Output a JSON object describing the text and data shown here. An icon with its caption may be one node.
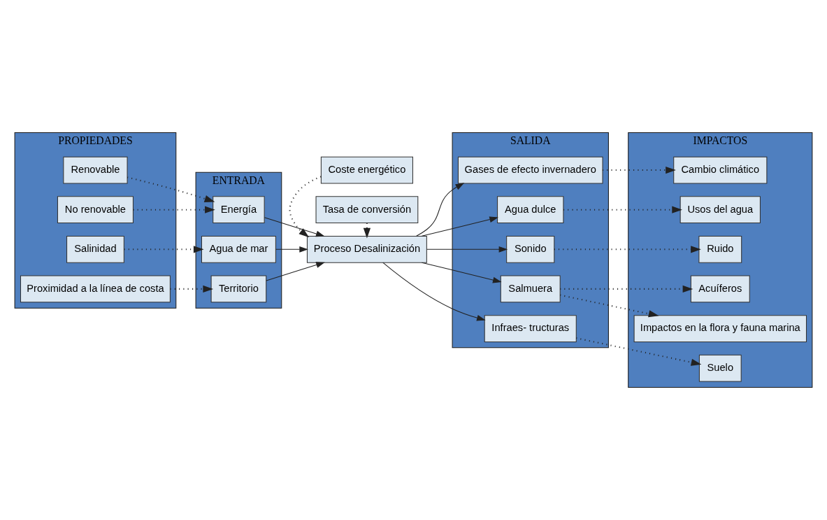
{
  "diagram": {
    "nodes": [
      {
        "text": [
          "PROPIEDADES"
        ]
      },
      {
        "text": [
          "Renovable"
        ],
        "in": 0
      },
      {
        "text": [
          "No renovable"
        ],
        "in": 0
      },
      {
        "text": [
          "Salinidad"
        ],
        "in": 0
      },
      {
        "text": [
          "Proximidad a la línea de costa"
        ],
        "in": 0
      },
      {
        "text": [
          "ENTRADA"
        ]
      },
      {
        "text": [
          "Energía"
        ],
        "in": 5
      },
      {
        "text": [
          "Agua de mar"
        ],
        "in": 5
      },
      {
        "text": [
          "Territorio"
        ],
        "in": 5
      },
      {
        "text": [
          "Coste energético"
        ]
      },
      {
        "text": [
          "Proceso Desalinización"
        ]
      },
      {
        "text": [
          "Tasa de conversión"
        ]
      },
      {
        "text": [
          "SALIDA"
        ]
      },
      {
        "text": [
          "Gases de efecto invernadero"
        ],
        "in": 12
      },
      {
        "text": [
          "Agua dulce"
        ],
        "in": 12
      },
      {
        "text": [
          "Sonido"
        ],
        "in": 12
      },
      {
        "text": [
          "Salmuera"
        ],
        "in": 12
      },
      {
        "text": [
          "Infraes- tructuras"
        ],
        "in": 12
      },
      {
        "text": [
          "IMPACTOS"
        ]
      },
      {
        "text": [
          "Cambio climático"
        ],
        "in": 18
      },
      {
        "text": [
          "Usos del agua"
        ],
        "in": 18
      },
      {
        "text": [
          "Ruido"
        ],
        "in": 18
      },
      {
        "text": [
          "Acuíferos"
        ],
        "in": 18
      },
      {
        "text": [
          "Impactos en la flora y fauna marina"
        ],
        "in": 18
      },
      {
        "text": [
          "Suelo"
        ],
        "in": 18
      }
    ],
    "edges": [
      {
        "from": 1,
        "to": 6,
        "arrow": "to",
        "style": "dashed"
      },
      {
        "from": 2,
        "to": 6,
        "arrow": "to",
        "style": "dashed"
      },
      {
        "from": 3,
        "to": 7,
        "arrow": "to",
        "style": "dashed"
      },
      {
        "from": 4,
        "to": 8,
        "arrow": "to",
        "style": "dashed"
      },
      {
        "from": 6,
        "to": 10,
        "arrow": "to"
      },
      {
        "from": 7,
        "to": 10,
        "arrow": "to"
      },
      {
        "from": 8,
        "to": 10,
        "arrow": "to"
      },
      {
        "from": 9,
        "to": 10,
        "arrow": "to",
        "style": "dashed"
      },
      {
        "from": 11,
        "to": 10,
        "arrow": "to",
        "style": "dashed"
      },
      {
        "from": 10,
        "to": 13,
        "arrow": "to"
      },
      {
        "from": 10,
        "to": 14,
        "arrow": "to"
      },
      {
        "from": 10,
        "to": 15,
        "arrow": "to"
      },
      {
        "from": 10,
        "to": 16,
        "arrow": "to"
      },
      {
        "from": 10,
        "to": 17,
        "arrow": "to"
      },
      {
        "from": 13,
        "to": 19,
        "arrow": "to",
        "style": "dashed"
      },
      {
        "from": 14,
        "to": 20,
        "arrow": "to",
        "style": "dashed"
      },
      {
        "from": 15,
        "to": 21,
        "arrow": "to",
        "style": "dashed"
      },
      {
        "from": 16,
        "to": 22,
        "arrow": "to",
        "style": "dashed"
      },
      {
        "from": 16,
        "to": 23,
        "arrow": "to",
        "style": "dashed"
      },
      {
        "from": 17,
        "to": 24,
        "arrow": "to",
        "style": "dashed"
      }
    ]
  }
}
